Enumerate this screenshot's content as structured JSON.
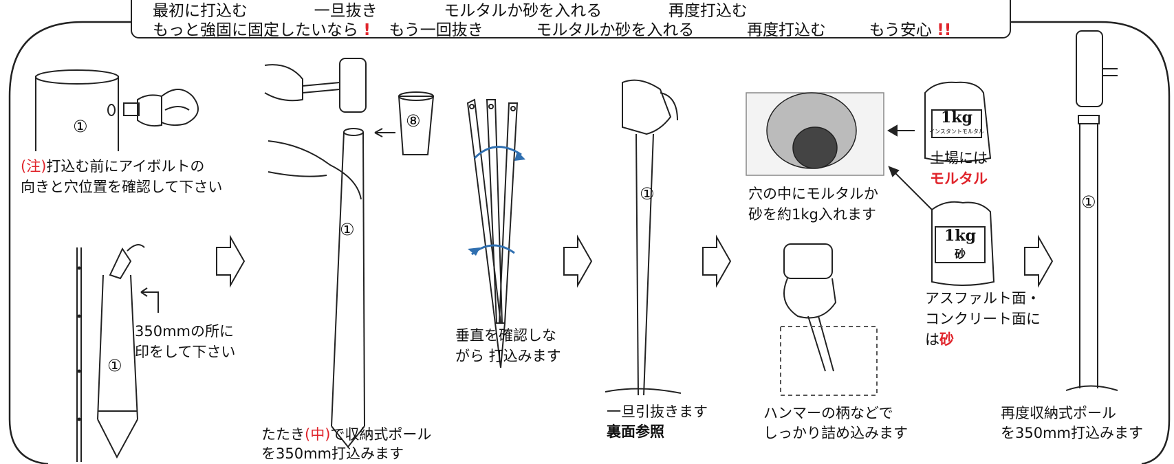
{
  "header": {
    "line1": {
      "a": "最初に打込む",
      "b": "一旦抜き",
      "c": "モルタルか砂を入れる",
      "d": "再度打込む"
    },
    "line2": {
      "a": "もっと強固に固定したいなら",
      "b": "もう一回抜き",
      "c": "モルタルか砂を入れる",
      "d": "再度打込む",
      "e": "もう安心"
    }
  },
  "steps": {
    "eyebolt": {
      "part_no": "①",
      "note_prefix": "(注)",
      "note_line1": "打込む前にアイボルトの",
      "note_line2": "向きと穴位置を確認して下さい"
    },
    "mark": {
      "part_no": "①",
      "line1": "350mmの所に",
      "line2": "印をして下さい"
    },
    "hammer": {
      "part_no": "①",
      "cap_no": "⑧",
      "line1_pre": "たたき",
      "line1_red": "(中)",
      "line1_post": "で収納式ポール",
      "line2": "を350mm打込みます"
    },
    "vertical": {
      "line1": "垂直を確認しな",
      "line2": "がら 打込みます"
    },
    "pull": {
      "part_no": "①",
      "line1": "一旦引抜きます",
      "line2": "裏面参照"
    },
    "hole": {
      "line1": "穴の中にモルタルか",
      "line2": "砂を約1kg入れます"
    },
    "bag_mortar": {
      "label_big": "1kg",
      "label_small": "インスタントモルタル",
      "text1": "土場には",
      "text2": "モルタル"
    },
    "bag_sand": {
      "label_big": "1kg",
      "label_small": "砂",
      "text1": "アスファルト面・",
      "text2": "コンクリート面に",
      "text3_pre": "は",
      "text3_red": "砂"
    },
    "tamp": {
      "line1": "ハンマーの柄などで",
      "line2": "しっかり詰め込みます"
    },
    "final": {
      "part_no": "①",
      "line1": "再度収納式ポール",
      "line2": "を350mm打込みます"
    }
  },
  "colors": {
    "accent_red": "#e0242b",
    "rotate_arrow_blue": "#2f6fb0",
    "line": "#222222"
  }
}
